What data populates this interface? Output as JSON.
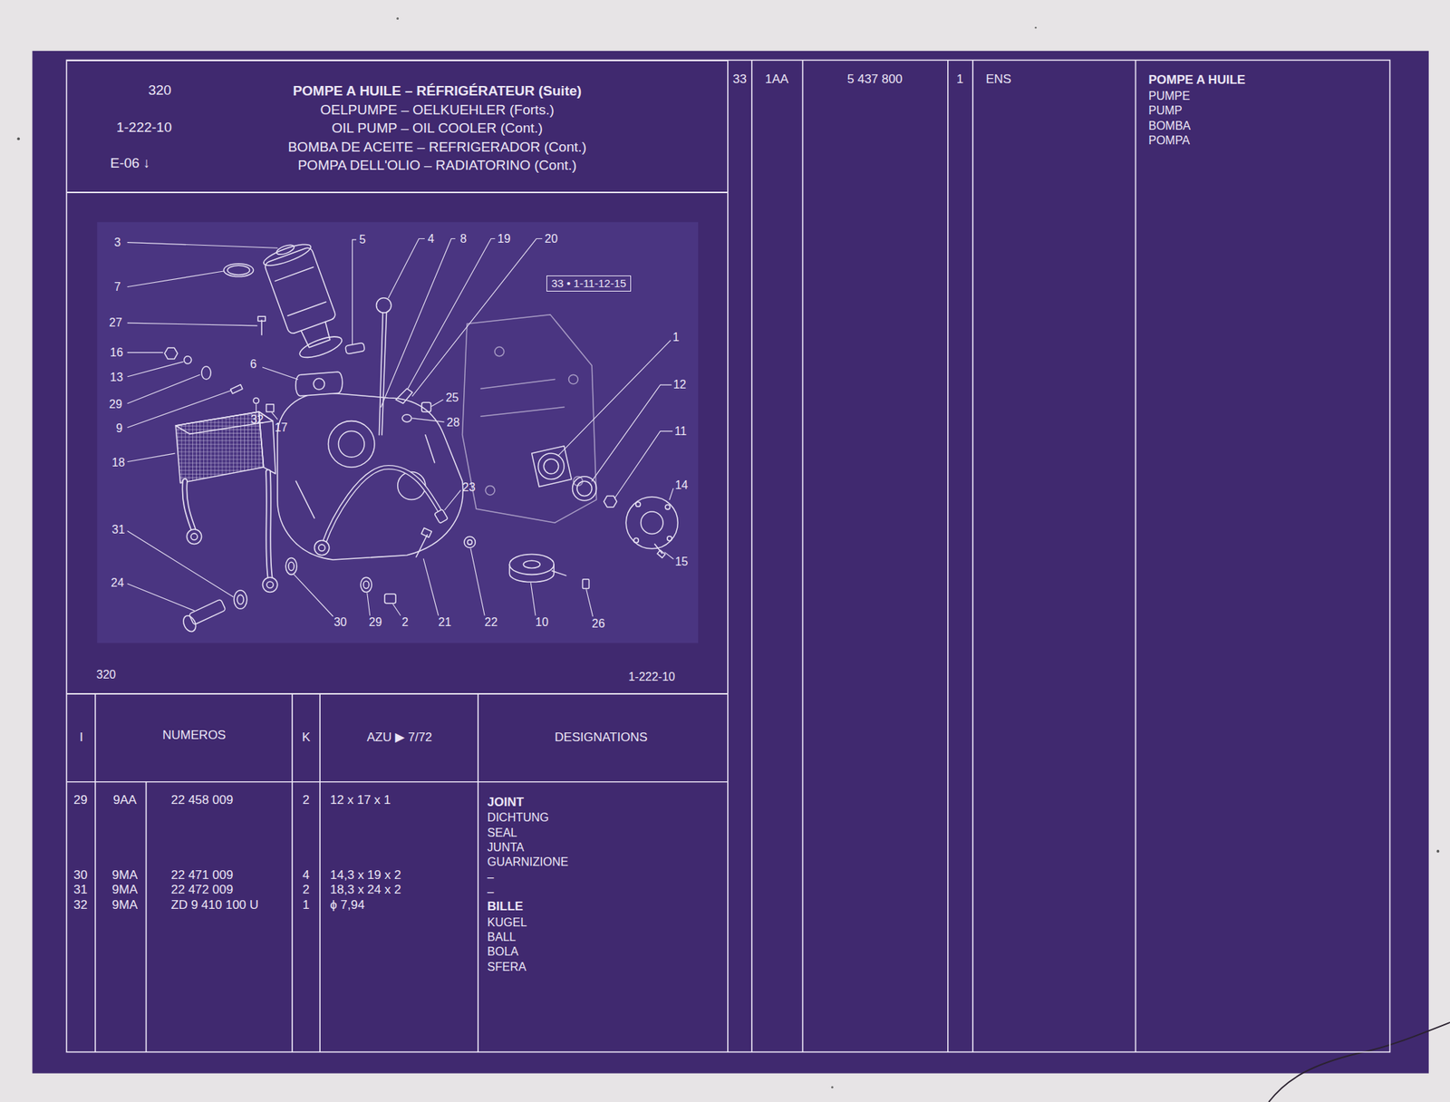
{
  "diagram": {
    "nodes": [
      {
        "text": [
          "320",
          "1-222-10",
          "E-06 ↓",
          "POMPE A HUILE – RÉFRIGÉRATEUR (Suite)",
          "OELPUMPE – OELKUEHLER (Forts.)",
          "OIL PUMP – OIL COOLER (Cont.)",
          "BOMBA DE ACEITE – REFRIGERADOR (Cont.)",
          "POMPA DELL'OLIO – RADIATORINO (Cont.)"
        ]
      },
      {
        "text": [
          "320",
          "1-222-10"
        ]
      },
      {
        "text": [
          "33 • 1-11-12-15"
        ],
        "in": 1
      }
    ],
    "labels": [
      "3",
      "7",
      "27",
      "16",
      "13",
      "29",
      "9",
      "18",
      "31",
      "24",
      "5",
      "4",
      "8",
      "19",
      "20",
      "6",
      "32",
      "17",
      "25",
      "28",
      "23",
      "1",
      "12",
      "11",
      "14",
      "15",
      "30",
      "29",
      "2",
      "21",
      "22",
      "10",
      "26",
      "I",
      "NUMEROS",
      "K",
      "AZU ▶ 7/72",
      "DESIGNATIONS",
      "29",
      "9AA",
      "22 458 009",
      "2",
      "12 x 17 x 1",
      "JOINT",
      "DICHTUNG",
      "SEAL",
      "JUNTA",
      "GUARNIZIONE",
      "30",
      "9MA",
      "22 471 009",
      "4",
      "14,3 x 19 x 2",
      "–",
      "31",
      "9MA",
      "22 472 009",
      "2",
      "18,3 x 24 x 2",
      "–",
      "32",
      "9MA",
      "ZD 9 410 100 U",
      "1",
      "ϕ 7,94",
      "BILLE",
      "KUGEL",
      "BALL",
      "BOLA",
      "SFERA",
      "33",
      "1AA",
      "5 437 800",
      "1",
      "ENS",
      "POMPE A HUILE",
      "PUMPE",
      "PUMP",
      "BOMBA",
      "POMPA"
    ]
  }
}
